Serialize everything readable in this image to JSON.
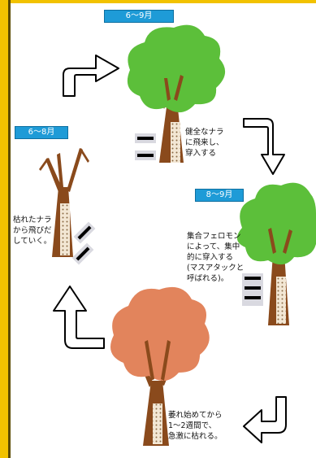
{
  "stage_top": {
    "period": "6～9月",
    "caption": "健全なナラ\nに飛来し、\n穿入する"
  },
  "stage_right": {
    "period": "8～9月",
    "caption": "集合フェロモン\nによって、集中\n的に穿入する\n(マスアタックと\n呼ばれる)。"
  },
  "stage_bottom": {
    "caption": "萎れ始めてから\n1～2週間で、\n急激に枯れる。"
  },
  "stage_left": {
    "period": "6～8月",
    "caption": "枯れたナラ\nから飛びだ\nしていく。"
  },
  "colors": {
    "healthy_canopy": "#5cbf3a",
    "wilting_canopy": "#e2845c",
    "trunk": "#8a4a1c",
    "period_badge": "#1e9bd7",
    "frame": "#f2c200"
  }
}
